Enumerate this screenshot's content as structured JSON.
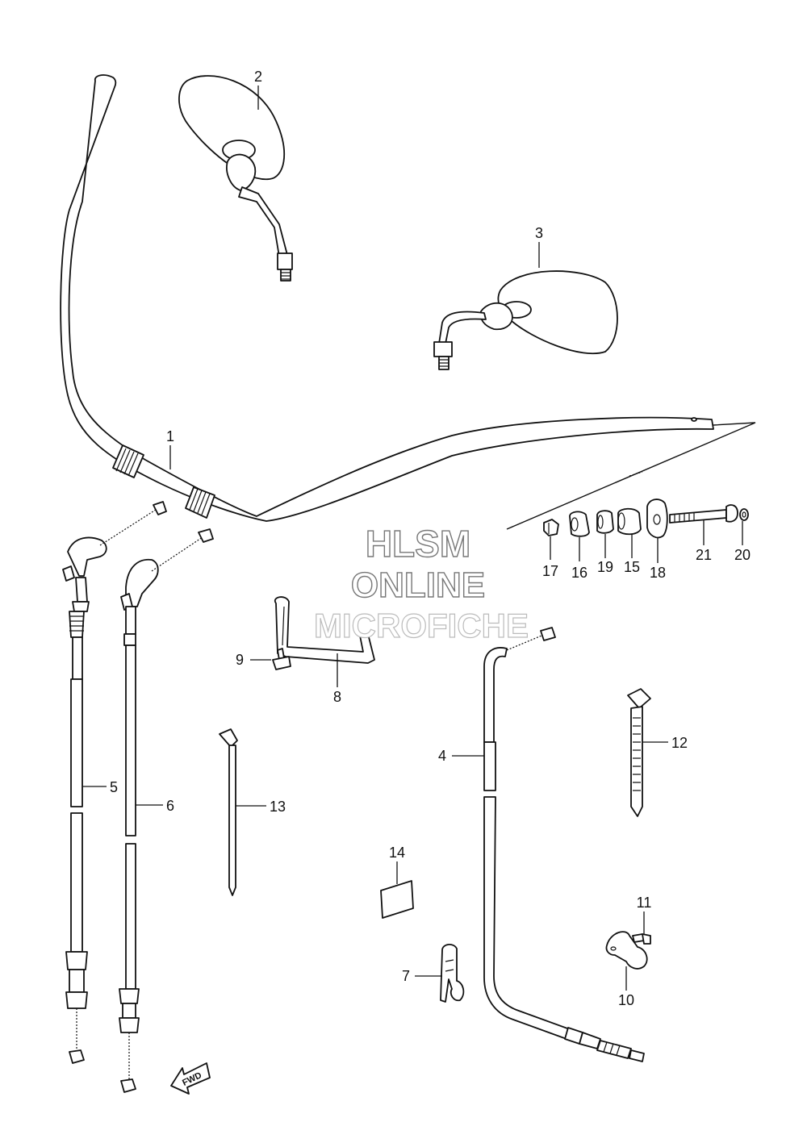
{
  "callouts": {
    "c1": "1",
    "c2": "2",
    "c3": "3",
    "c4": "4",
    "c5": "5",
    "c6": "6",
    "c7": "7",
    "c8": "8",
    "c9": "9",
    "c10": "10",
    "c11": "11",
    "c12": "12",
    "c13": "13",
    "c14": "14",
    "c15": "15",
    "c16": "16",
    "c17": "17",
    "c18": "18",
    "c19": "19",
    "c20": "20",
    "c21": "21"
  },
  "watermark": {
    "line1": "HLSM",
    "line2": "ONLINE",
    "line3": "MICROFICHE"
  },
  "fwd_label": "FWD",
  "icons": {
    "fwd": "forward-arrow-icon"
  }
}
